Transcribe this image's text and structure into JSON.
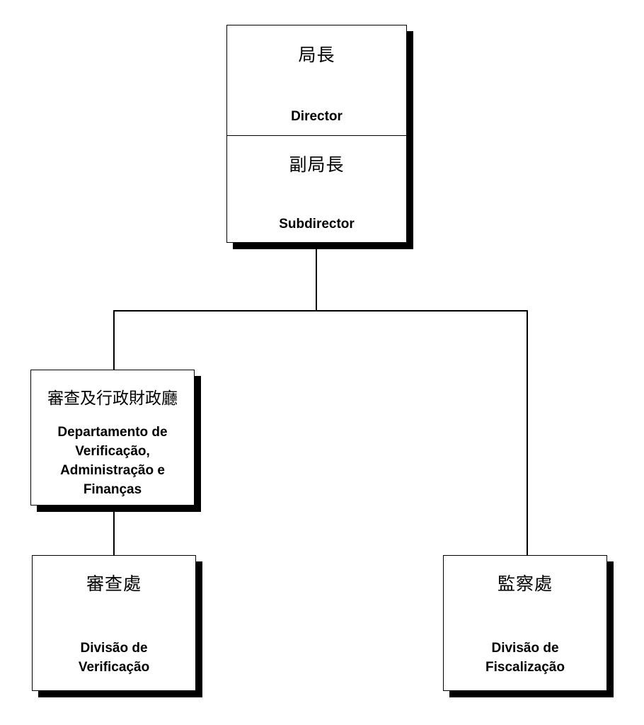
{
  "org_chart": {
    "director": {
      "zh": "局長",
      "pt": "Director"
    },
    "subdirector": {
      "zh": "副局長",
      "pt": "Subdirector"
    },
    "department": {
      "zh": "審查及行政財政廳",
      "pt_lines": [
        "Departamento de",
        "Verificação,",
        "Administração e",
        "Finanças"
      ]
    },
    "verification_division": {
      "zh": "審查處",
      "pt_lines": [
        "Divisão de",
        "Verificação"
      ]
    },
    "inspection_division": {
      "zh": "監察處",
      "pt_lines": [
        "Divisão de",
        "Fiscalização"
      ]
    }
  }
}
